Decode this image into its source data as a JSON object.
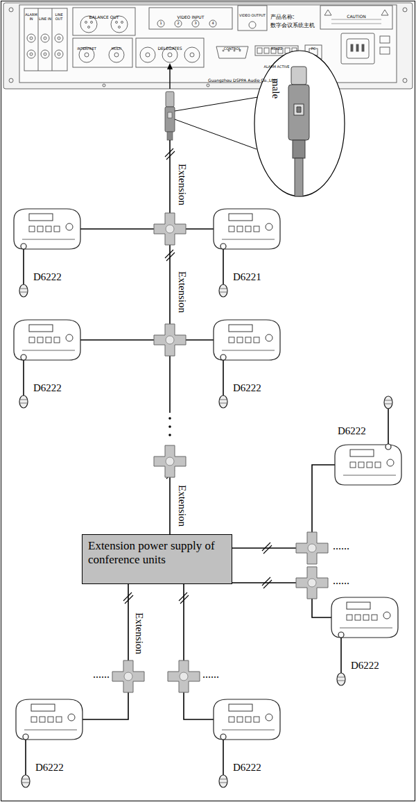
{
  "diagram": {
    "nodes": [
      {
        "text": [
          "male"
        ]
      },
      {
        "text": [
          "D6222"
        ]
      },
      {
        "text": [
          "D6221"
        ]
      },
      {
        "text": [
          "D6222"
        ]
      },
      {
        "text": [
          "D6222"
        ]
      },
      {
        "text": [
          "D6222"
        ]
      },
      {
        "text": [
          "Extension power supply of conference units"
        ]
      },
      {
        "text": [
          "D6222"
        ]
      },
      {
        "text": [
          "D6222"
        ]
      },
      {
        "text": [
          "D6222"
        ]
      }
    ],
    "labels": [
      "ALARM IN",
      "LINE IN",
      "LINE OUT",
      "BALANCE OUT",
      "VIDEO INPUT",
      "1",
      "2",
      "3",
      "4",
      "VIDEO OUTPUT",
      "产品名称:",
      "数字会议系统主机",
      "CAUTION",
      "INTERPRET",
      "MULTI",
      "DELEGATES",
      "CONTROL",
      "RS422",
      "ALARM ACTIVE",
      "PC",
      "Guangzhou DSPPA Audio Co.,Ltd.",
      "Extension",
      "Extension",
      "Extension",
      "......",
      "......",
      "Extension",
      "......",
      "......"
    ]
  }
}
